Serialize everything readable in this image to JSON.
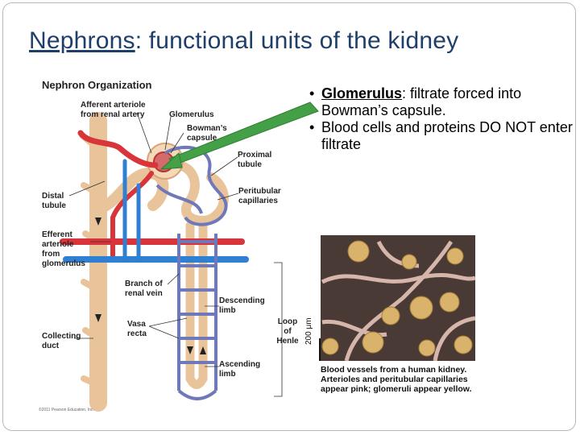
{
  "slide": {
    "title_keyword": "Nephrons",
    "title_rest": ": functional units of the kidney",
    "bullets": [
      {
        "dot": "•",
        "keyword": "Glomerulus",
        "text": ": filtrate forced into Bowman’s capsule."
      },
      {
        "dot": "•",
        "keyword": "",
        "text": "Blood cells and proteins DO NOT enter filtrate"
      }
    ]
  },
  "figure": {
    "title": "Nephron Organization",
    "labels": {
      "afferent": [
        "Afferent arteriole",
        "from renal artery"
      ],
      "glomerulus": "Glomerulus",
      "bowman": [
        "Bowman’s",
        "capsule"
      ],
      "proximal": [
        "Proximal",
        "tubule"
      ],
      "peritubular": [
        "Peritubular",
        "capillaries"
      ],
      "distal": [
        "Distal",
        "tubule"
      ],
      "efferent": [
        "Efferent",
        "arteriole",
        "from",
        "glomerulus"
      ],
      "branch": [
        "Branch of",
        "renal vein"
      ],
      "descending": [
        "Descending",
        "limb"
      ],
      "loop": [
        "Loop",
        "of",
        "Henle"
      ],
      "vasa": [
        "Vasa",
        "recta"
      ],
      "collecting": [
        "Collecting",
        "duct"
      ],
      "ascending": [
        "Ascending",
        "limb"
      ]
    },
    "copyright": "©2011 Pearson Education, Inc.",
    "scale_bar": "200 μm",
    "caption": "Blood vessels from a human kidney. Arterioles and peritubular capillaries appear pink; glomeruli appear yellow."
  },
  "colors": {
    "title": "#1f3f6b",
    "artery": "#d8343a",
    "vein": "#2f7fd2",
    "tubule": "#f2d2aa",
    "capillary": "#6f78b8",
    "arrow": "#4caf50",
    "micro_bg": "#4a3a35",
    "glomeruli": "#d9b36b"
  }
}
